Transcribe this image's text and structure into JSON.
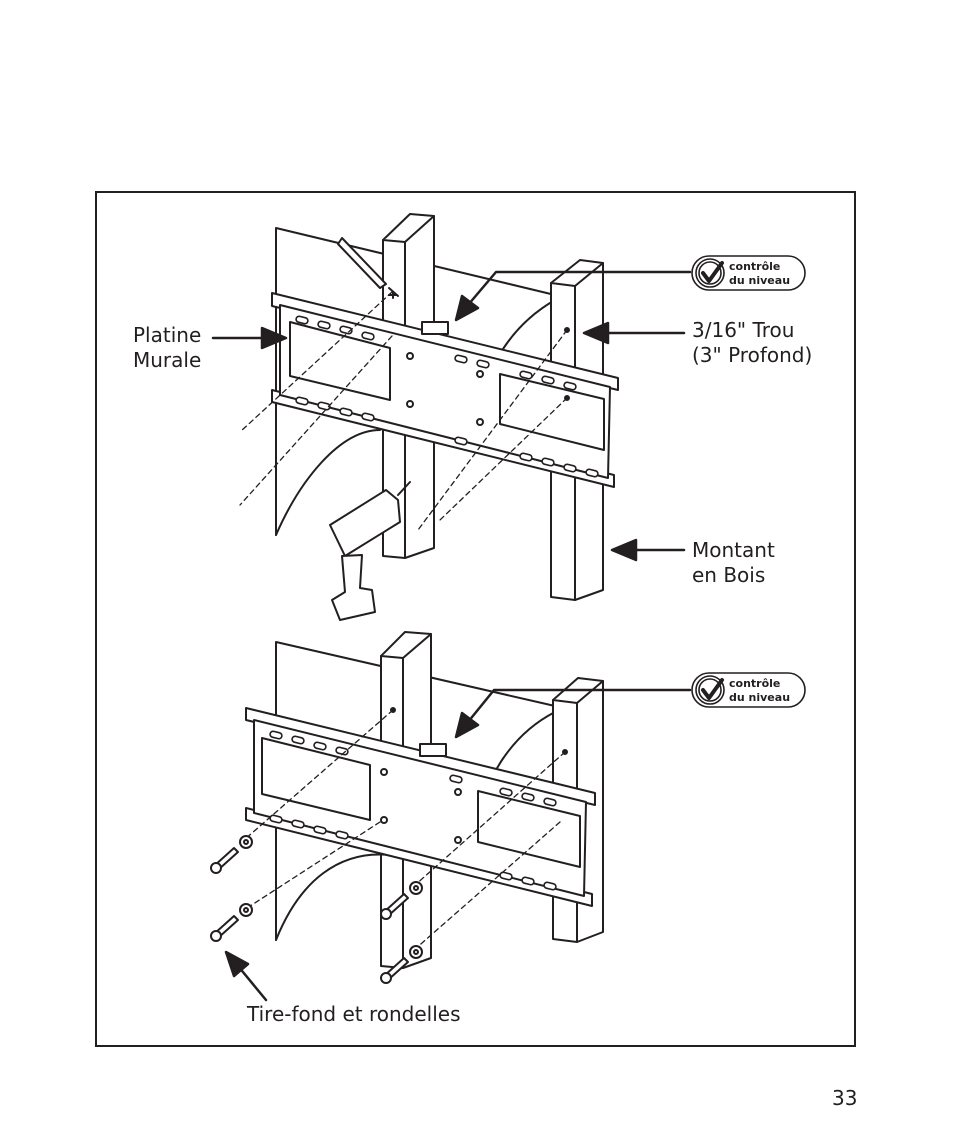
{
  "page": {
    "number": "33"
  },
  "labels": {
    "platine": "Platine\nMurale",
    "trou": "3/16\" Trou\n(3\" Profond)",
    "montant": "Montant\nen Bois",
    "tirefond": "Tire-fond et rondelles"
  },
  "badges": {
    "top": {
      "line1": "contrôle",
      "line2": "du niveau"
    },
    "bottom": {
      "line1": "contrôle",
      "line2": "du niveau"
    }
  },
  "colors": {
    "ink": "#231f20",
    "paper": "#ffffff"
  }
}
